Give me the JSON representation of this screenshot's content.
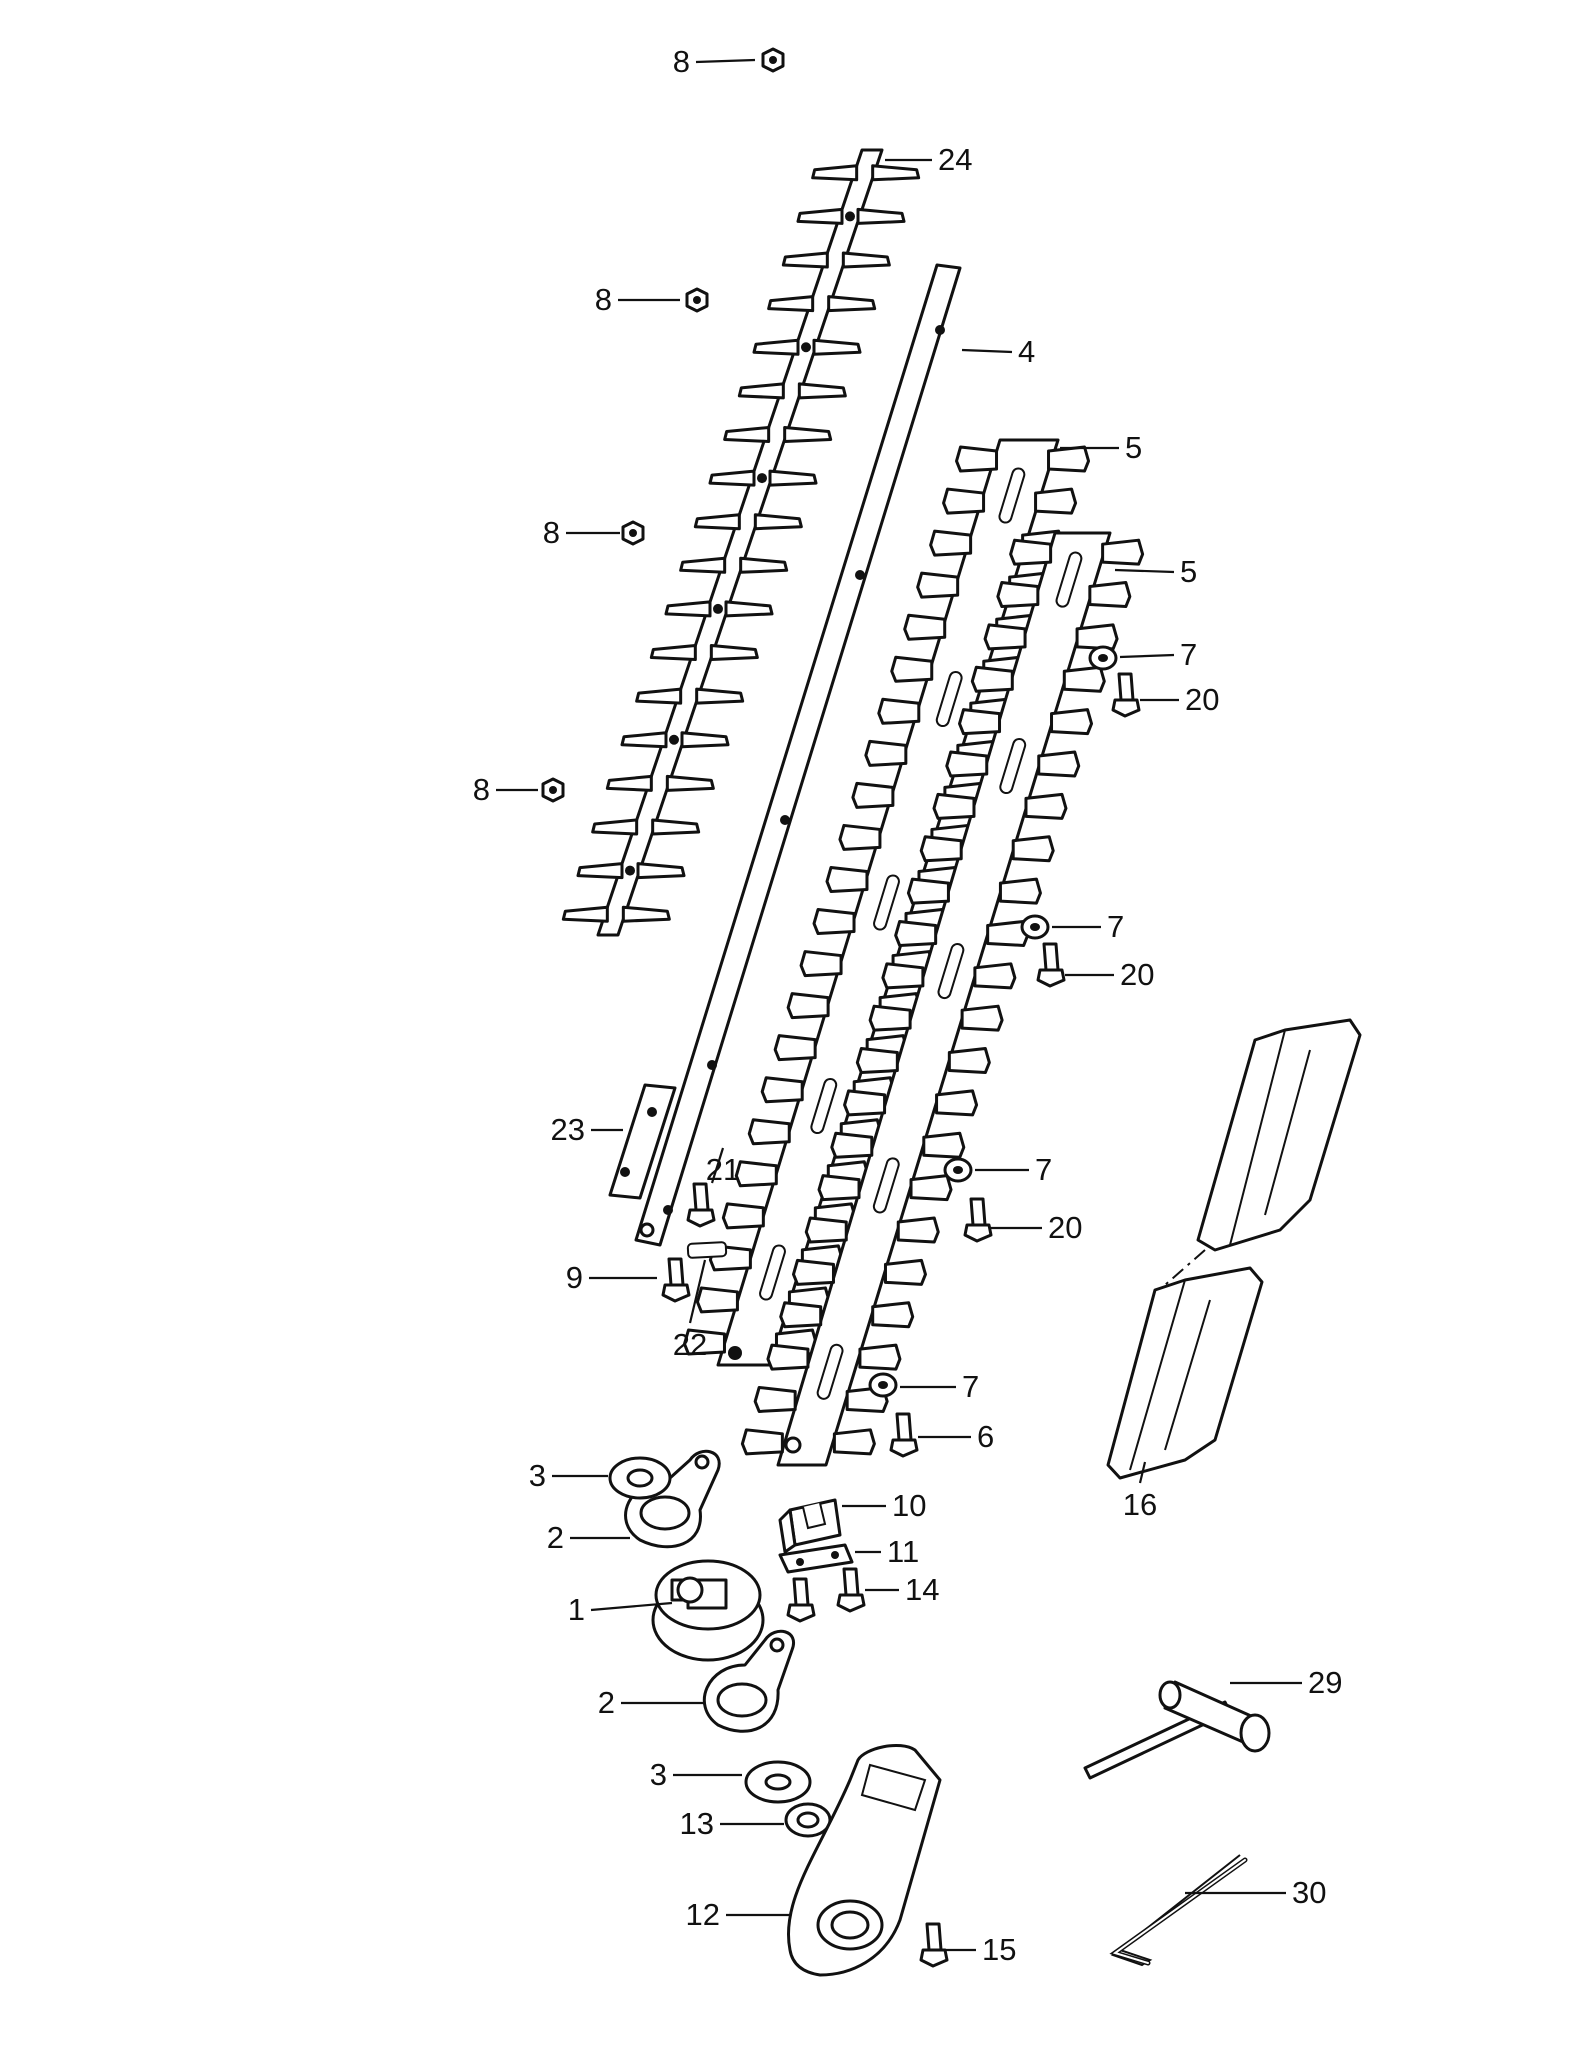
{
  "diagram": {
    "labels": [
      {
        "id": "l8a",
        "text": "8"
      },
      {
        "id": "l24",
        "text": "24"
      },
      {
        "id": "l8b",
        "text": "8"
      },
      {
        "id": "l4",
        "text": "4"
      },
      {
        "id": "l5a",
        "text": "5"
      },
      {
        "id": "l8c",
        "text": "8"
      },
      {
        "id": "l5b",
        "text": "5"
      },
      {
        "id": "l7a",
        "text": "7"
      },
      {
        "id": "l20a",
        "text": "20"
      },
      {
        "id": "l8d",
        "text": "8"
      },
      {
        "id": "l7b",
        "text": "7"
      },
      {
        "id": "l20b",
        "text": "20"
      },
      {
        "id": "l23",
        "text": "23"
      },
      {
        "id": "l21",
        "text": "21"
      },
      {
        "id": "l7c",
        "text": "7"
      },
      {
        "id": "l20c",
        "text": "20"
      },
      {
        "id": "l9",
        "text": "9"
      },
      {
        "id": "l22",
        "text": "22"
      },
      {
        "id": "l7d",
        "text": "7"
      },
      {
        "id": "l6",
        "text": "6"
      },
      {
        "id": "l3a",
        "text": "3"
      },
      {
        "id": "l10",
        "text": "10"
      },
      {
        "id": "l2a",
        "text": "2"
      },
      {
        "id": "l11",
        "text": "11"
      },
      {
        "id": "l16",
        "text": "16"
      },
      {
        "id": "l14",
        "text": "14"
      },
      {
        "id": "l1",
        "text": "1"
      },
      {
        "id": "l29",
        "text": "29"
      },
      {
        "id": "l2b",
        "text": "2"
      },
      {
        "id": "l3b",
        "text": "3"
      },
      {
        "id": "l13",
        "text": "13"
      },
      {
        "id": "l30",
        "text": "30"
      },
      {
        "id": "l12",
        "text": "12"
      },
      {
        "id": "l15",
        "text": "15"
      }
    ]
  }
}
